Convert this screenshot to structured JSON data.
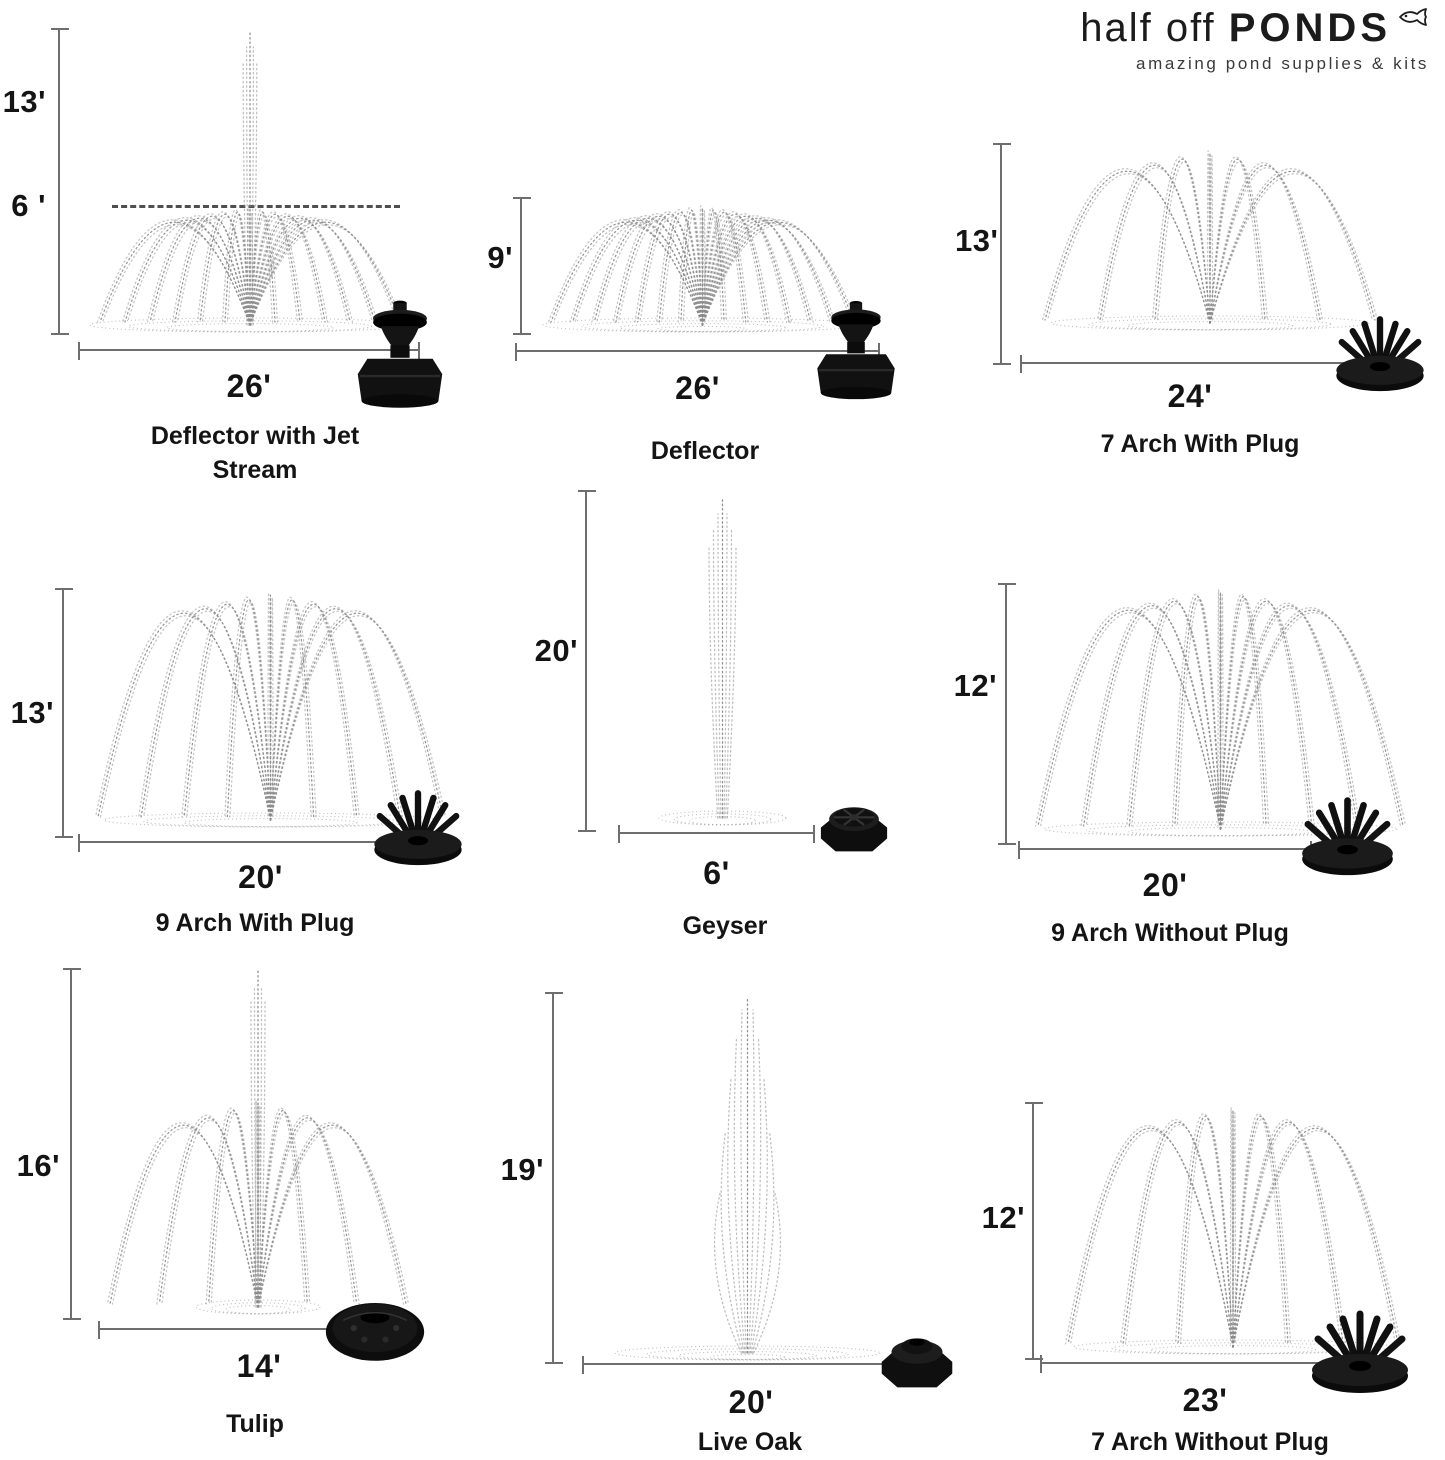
{
  "logo": {
    "brand_light": "half off ",
    "brand_bold": "PONDS",
    "tagline": "amazing pond supplies & kits",
    "fish_icon": "fish-icon"
  },
  "fountains": [
    {
      "name": "Deflector with Jet Stream",
      "height": "13'",
      "height2": "6 '",
      "width": "26'",
      "spray_icon": "deflector-jet-spray",
      "nozzle_icon": "deflector-nozzle"
    },
    {
      "name": "Deflector",
      "height": "9'",
      "width": "26'",
      "spray_icon": "deflector-spray",
      "nozzle_icon": "deflector-nozzle"
    },
    {
      "name": "7 Arch With Plug",
      "height": "13'",
      "width": "24'",
      "spray_icon": "7-arch-spray",
      "nozzle_icon": "arch-pin-nozzle"
    },
    {
      "name": "9 Arch With Plug",
      "height": "13'",
      "width": "20'",
      "spray_icon": "9-arch-spray",
      "nozzle_icon": "arch-pin-nozzle"
    },
    {
      "name": "Geyser",
      "height": "20'",
      "width": "6'",
      "spray_icon": "geyser-spray",
      "nozzle_icon": "geyser-nozzle"
    },
    {
      "name": "9 Arch Without Plug",
      "height": "12'",
      "width": "20'",
      "spray_icon": "9-arch-spray",
      "nozzle_icon": "arch-pin-nozzle"
    },
    {
      "name": "Tulip",
      "height": "16'",
      "width": "14'",
      "spray_icon": "tulip-spray",
      "nozzle_icon": "tulip-nozzle"
    },
    {
      "name": "Live Oak",
      "height": "19'",
      "width": "20'",
      "spray_icon": "live-oak-spray",
      "nozzle_icon": "live-oak-nozzle"
    },
    {
      "name": "7 Arch Without Plug",
      "height": "12'",
      "width": "23'",
      "spray_icon": "7-arch-spray",
      "nozzle_icon": "arch-pin-nozzle"
    }
  ]
}
